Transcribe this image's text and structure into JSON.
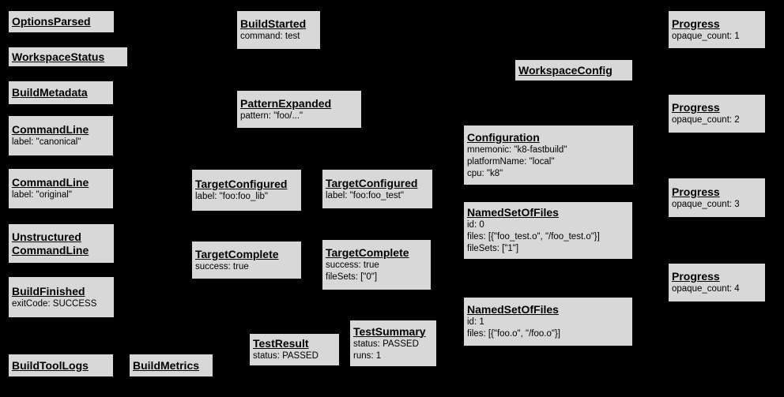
{
  "diagram": {
    "background_color": "#000000",
    "node_fill_color": "#d8d8d8",
    "node_border_color": "#000000",
    "boxes": {
      "options_parsed": {
        "title": "OptionsParsed",
        "lines": []
      },
      "workspace_status": {
        "title": "WorkspaceStatus",
        "lines": []
      },
      "build_metadata": {
        "title": "BuildMetadata",
        "lines": []
      },
      "command_line_canonical": {
        "title": "CommandLine",
        "lines": [
          "label: \"canonical\""
        ]
      },
      "command_line_original": {
        "title": "CommandLine",
        "lines": [
          "label: \"original\""
        ]
      },
      "unstructured_command_line": {
        "title": "Unstructured\nCommandLine",
        "lines": []
      },
      "build_finished": {
        "title": "BuildFinished",
        "lines": [
          "exitCode: SUCCESS"
        ]
      },
      "build_tool_logs": {
        "title": "BuildToolLogs",
        "lines": []
      },
      "build_metrics": {
        "title": "BuildMetrics",
        "lines": []
      },
      "build_started": {
        "title": "BuildStarted",
        "lines": [
          "command: test"
        ]
      },
      "pattern_expanded": {
        "title": "PatternExpanded",
        "lines": [
          "pattern: \"foo/...\""
        ]
      },
      "target_configured_lib": {
        "title": "TargetConfigured",
        "lines": [
          "label: \"foo:foo_lib\""
        ]
      },
      "target_configured_test": {
        "title": "TargetConfigured",
        "lines": [
          "label: \"foo:foo_test\""
        ]
      },
      "target_complete_lib": {
        "title": "TargetComplete",
        "lines": [
          "success: true"
        ]
      },
      "target_complete_test": {
        "title": "TargetComplete",
        "lines": [
          "success: true",
          "fileSets: [\"0\"]"
        ]
      },
      "test_result": {
        "title": "TestResult",
        "lines": [
          "status: PASSED"
        ]
      },
      "test_summary": {
        "title": "TestSummary",
        "lines": [
          "status: PASSED",
          "runs: 1"
        ]
      },
      "workspace_config": {
        "title": "WorkspaceConfig",
        "lines": []
      },
      "configuration": {
        "title": "Configuration",
        "lines": [
          "mnemonic: \"k8-fastbuild\"",
          "platformName: \"local\"",
          "cpu: \"k8\""
        ]
      },
      "named_set_of_files_0": {
        "title": "NamedSetOfFiles",
        "lines": [
          "id: 0",
          "files: [{\"foo_test.o\", \"/foo_test.o\"}]",
          "fileSets: [\"1\"]"
        ]
      },
      "named_set_of_files_1": {
        "title": "NamedSetOfFiles",
        "lines": [
          "id: 1",
          "files: [{\"foo.o\", \"/foo.o\"}]"
        ]
      },
      "progress_1": {
        "title": "Progress",
        "lines": [
          "opaque_count: 1"
        ]
      },
      "progress_2": {
        "title": "Progress",
        "lines": [
          "opaque_count: 2"
        ]
      },
      "progress_3": {
        "title": "Progress",
        "lines": [
          "opaque_count: 3"
        ]
      },
      "progress_4": {
        "title": "Progress",
        "lines": [
          "opaque_count: 4"
        ]
      }
    }
  }
}
